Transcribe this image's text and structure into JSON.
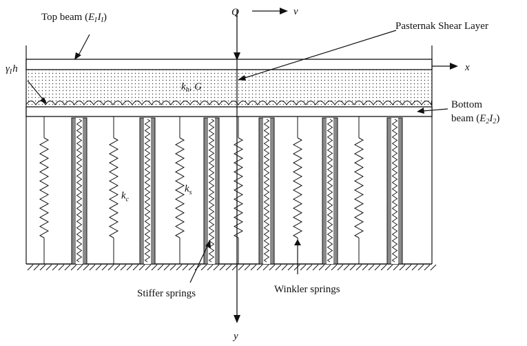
{
  "labels": {
    "top_beam_text": "Top beam (",
    "top_beam_E": "E",
    "top_beam_sub1": "I",
    "top_beam_I": "I",
    "top_beam_sub2": "I",
    "top_beam_close": ")",
    "load": "Q",
    "velocity": "v",
    "shear_layer": "Pasternak Shear Layer",
    "x_axis": "x",
    "y_axis": "y",
    "gamma": "γ",
    "gamma_sub": "I",
    "h": "h",
    "kh_k": "k",
    "kh_sub": "h",
    "kh_G": ", G",
    "bottom_beam_1": "Bottom",
    "bottom_beam_2a": "beam (",
    "bottom_beam_E": "E",
    "bottom_beam_sub1": "2",
    "bottom_beam_I": "I",
    "bottom_beam_sub2": "2",
    "bottom_beam_close": ")",
    "kc_k": "k",
    "kc_sub": "c",
    "ks_k": "k",
    "ks_sub": "s",
    "stiffer_springs": "Stiffer springs",
    "winkler_springs": "Winkler springs"
  },
  "colors": {
    "line": "#111111",
    "stiff_bar": "#8a8a8a",
    "shear_fill": "#ffffff"
  }
}
